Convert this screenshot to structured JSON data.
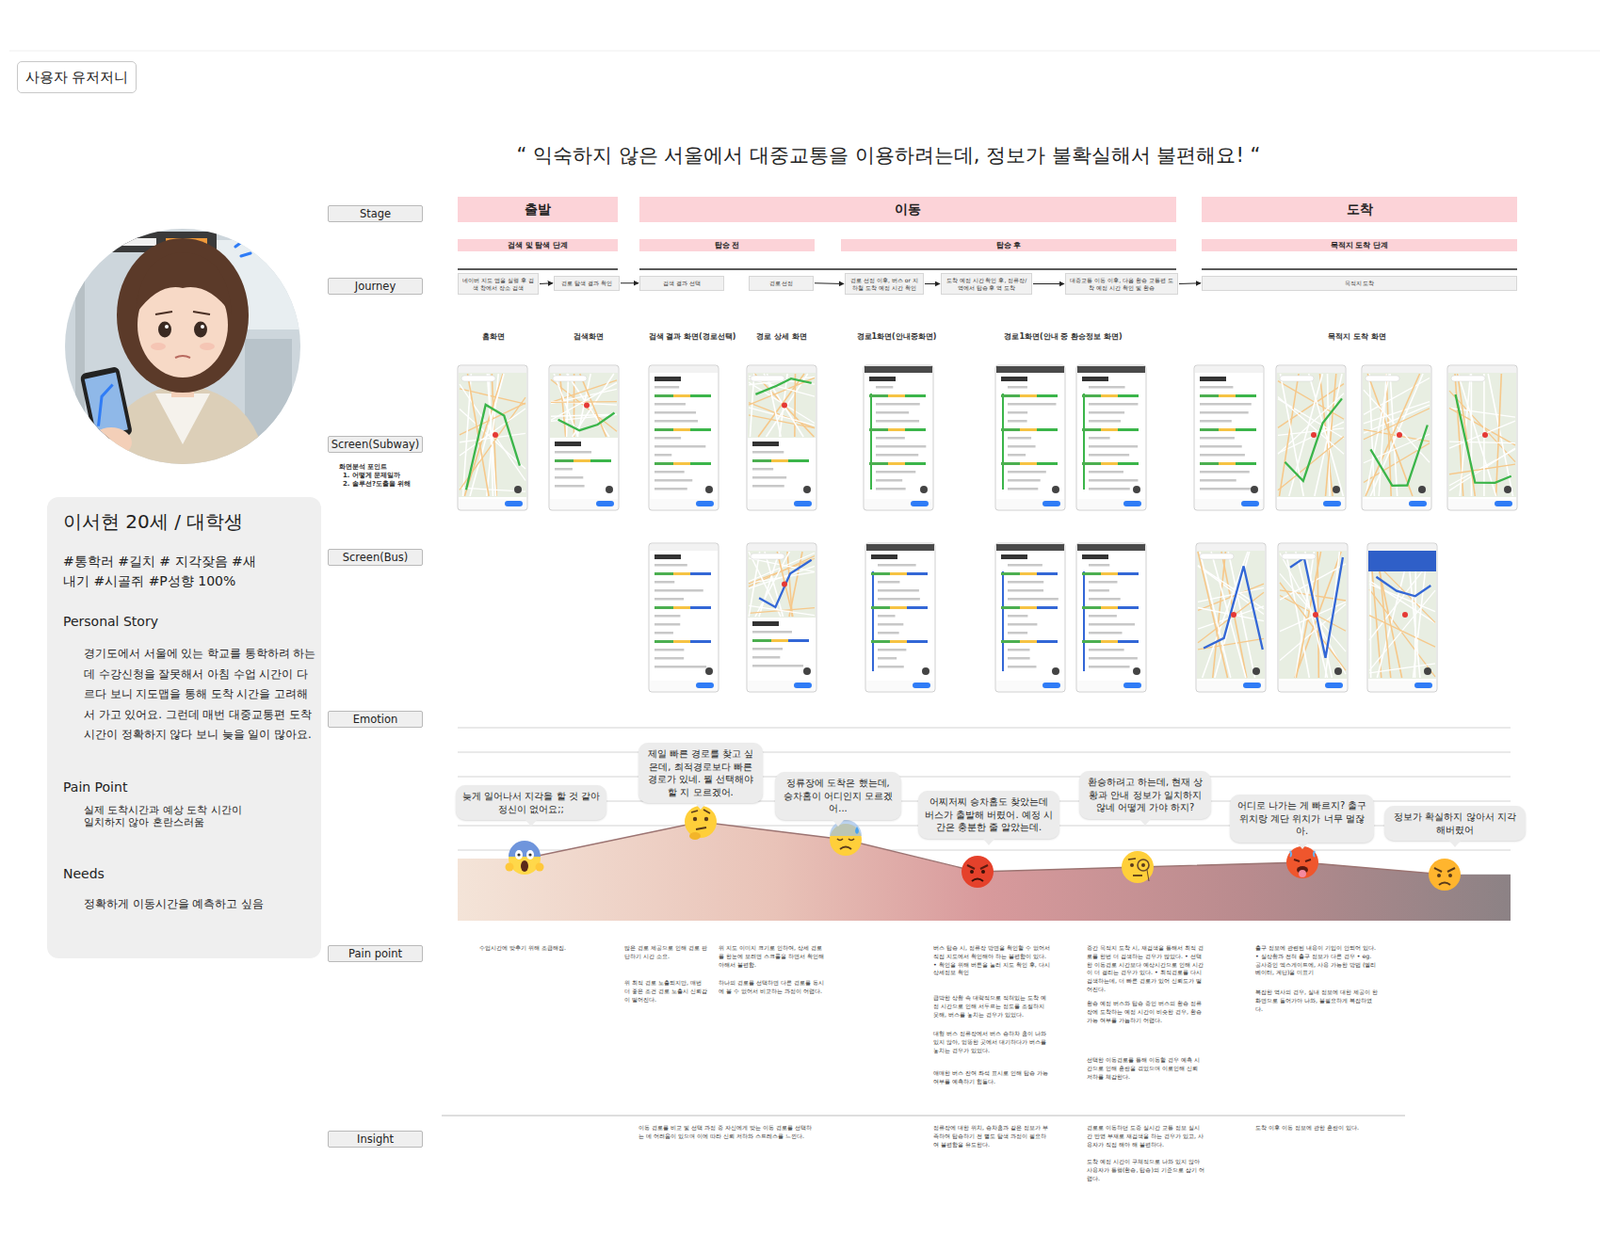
{
  "diagram": {
    "title": "“ 익숙하지 않은 서울에서 대중교통을 이용하려는데, 정보가 불확실해서 불편해요! “",
    "nodes": [
      {
        "text": [
          "사용자 유저저니"
        ]
      },
      {
        "text": [
          "Stage"
        ]
      },
      {
        "text": [
          "Journey"
        ]
      },
      {
        "text": [
          "Screen(Subway)"
        ]
      },
      {
        "text": [
          "Screen(Bus)"
        ]
      },
      {
        "text": [
          "Emotion"
        ]
      },
      {
        "text": [
          "Pain point"
        ]
      },
      {
        "text": [
          "Insight"
        ]
      },
      {
        "text": [
          "이서현 20세 / 대학생",
          "#통학러 #길치 # 지각잦음 #새내기 #시골쥐 #P성향 100%",
          "Personal Story",
          "경기도에서 서울에 있는 학교를 통학하려 하는데 수강신청을 잘못해서 아침 수업 시간이 다르다 보니 지도맵을 통해 도착 시간을 고려해서 가고 있어요. 그런데 매번 대중교통편 도착시간이 정확하지 않다 보니 늦을 일이 많아요.",
          "Pain Point",
          "실제 도착시간과 예상 도착 시간이 일치하지 않아 혼란스러움",
          "Needs",
          "정확하게 이동시간을 예측하고 싶음"
        ]
      },
      {
        "text": [
          "출발"
        ]
      },
      {
        "text": [
          "이동"
        ]
      },
      {
        "text": [
          "도착"
        ]
      },
      {
        "text": [
          "검색 및 탐색 단계"
        ]
      },
      {
        "text": [
          "탑승 전"
        ]
      },
      {
        "text": [
          "탑승 후"
        ]
      },
      {
        "text": [
          "목적지 도착 단계"
        ]
      },
      {
        "text": [
          "네이버 지도 앱을 실행 후 검색 창에서 장소 검색"
        ]
      },
      {
        "text": [
          "경로 탐색 결과 확인"
        ]
      },
      {
        "text": [
          "검색 결과 선택"
        ]
      },
      {
        "text": [
          "경로 선정"
        ]
      },
      {
        "text": [
          "경로 선정 이후, 버스 or 지하철 도착 예정 시간 확인"
        ]
      },
      {
        "text": [
          "도착 예정 시간 확인 후, 정류장/역에서 탑승 후 역 도착"
        ]
      },
      {
        "text": [
          "대중교통 이동 이후, 다음 환승 교통편 도착 예정 시간 확인 및 환승"
        ]
      },
      {
        "text": [
          "목적지 도착"
        ]
      },
      {
        "text": [
          "늦게 일어나서 지각을 할 것 같아 정신이 없어요;;"
        ]
      },
      {
        "text": [
          "제일 빠른 경로를 찾고 싶은데, 최적경로보다 빠른 경로가 있네. 뭘 선택해야 할 지 모르겠어."
        ]
      },
      {
        "text": [
          "정류장에 도착은 했는데, 승차홈이 어디인지 모르겠어..."
        ]
      },
      {
        "text": [
          "어찌저찌 승차홈도 찾았는데 버스가 출발해 버렸어. 예정 시간은 충분한 줄 알았는데."
        ]
      },
      {
        "text": [
          "환승하려고 하는데, 현재 상황과 안내 정보가 일치하지 않네 어떻게 가야 하지?"
        ]
      },
      {
        "text": [
          "어디로 나가는 게 빠르지? 출구 위치랑 계단 위치가 너무 멀잖아."
        ]
      },
      {
        "text": [
          "정보가 확실하지 않아서 지각해버렸어"
        ]
      }
    ],
    "edges": [
      {
        "from": 16,
        "to": 17,
        "arrow": "to"
      },
      {
        "from": 17,
        "to": 18,
        "arrow": "to"
      },
      {
        "from": 19,
        "to": 20,
        "arrow": "to"
      },
      {
        "from": 20,
        "to": 21,
        "arrow": "to"
      },
      {
        "from": 21,
        "to": 22,
        "arrow": "to"
      },
      {
        "from": 22,
        "to": 23,
        "arrow": "to"
      }
    ],
    "labels": [
      "화면분석 포인트",
      "1. 어떻게 문제일까",
      "2. 솔루션?도출을 위해",
      "홈화면",
      "검색화면",
      "검색 결과 화면(경로선택)",
      "경로 상세 화면",
      "경로1화면(안내중화면)",
      "경로1화면(안내 중 환승정보 화면)",
      "목적지 도착 화면",
      "수업시간에 맞추기 위해 조급해짐.",
      "많은 경로 제공으로 인해 경로 판단하기 시간 소요.",
      "위 최적 경로 노출되지만, 매번 더 좋은 조건 경로 노출시 신뢰감이 떨어진다.",
      "위 지도 이미지 크기로 인하여, 상세 경로를 한눈에 보려면 스크롤을 하면서 확인해야해서 불편함.",
      "하나의 경로를 선택하면 다른 경로를 동시에 볼 수 없어서 비교하는 과정이 어렵다.",
      "버스 탑승 시, 정류장 방면을 확인할 수 없어서 직접 지도에서 확인해야 하는 불편함이 있다. • 확인을 위해 버튼을 눌러 지도 확인 후, 다시 상세정보 확인",
      "급박한 상황 속 대략적으로 적혀있는 도착 예정 시간으로 인해 서두르는 정도를 조절하지 못해, 버스를 놓치는 경우가 있었다.",
      "대형 버스 정류장에서 버스 승하차 홈이 나와있지 않아, 엉뚱한 곳에서 대기하다가 버스를 놓치는 경우가 있었다.",
      "애매한 버스 잔여 좌석 표시로 인해 탑승 가능 여부를 예측하기 힘들다.",
      "중간 목적지 도착 시, 재검색을 통해서 최적 경로를 한번 더 검색하는 경우가 많았다. • 선택한 이동경로 시간보다 예상시간으로 인해 시간이 더 걸리는 경우가 있다. • 최적경로를 다시 검색하는데, 더 빠른 경로가 있어 신뢰도가 떨어진다.",
      "환승 예정 버스와 탑승 중인 버스의 환승 정류장에 도착하는 예정 시간이 비슷한 경우, 환승 가능 여부를 가늠하기 어렵다.",
      "선택한 이동경로를 통해 이동할 경우 예측 시간으로 인해 혼란을 겪었으며 이로인해 신뢰 저하를 체감한다.",
      "출구 정보에 관련된 내용이 기입이 안되어 있다. • 실상황과 전혀 출구 정보가 다른 경우 • eg. 공사중인 엑스게이트에, 사용 가능한 방법 (엘리베이터, 계단)을 미표기",
      "복잡한 역사의 경우, 실내 정보에 대한 제공이 한 화면으로 들어가야 나와, 불필요하게 복잡하였다.",
      "이동 경로를 비교 및 선택 과정 중 자신에게 맞는 이동 경로를 선택하는 데 어려움이 있으며 이에 따라 신뢰 저하와 스트레스를 느낀다.",
      "정류장에 대한 위치, 승차홈과 같은 정보가 부족하여 탑승하기 전 별도 탐색 과정이 필요하여 불편함을 유도한다.",
      "경로로 이동하던 도중 실시간 교통 정보 실시간 반영 부재로 재검색을 하는 경우가 있고, 사용자가 직접 해야 해 불편하다.",
      "도착 예정 시간이 구체적으로 나와 있지 않아 사용자가 통행(환승, 탑승)의 기준으로 삼기 어렵다.",
      "도착 이후 이동 정보에 관한 혼란이 있다."
    ]
  }
}
